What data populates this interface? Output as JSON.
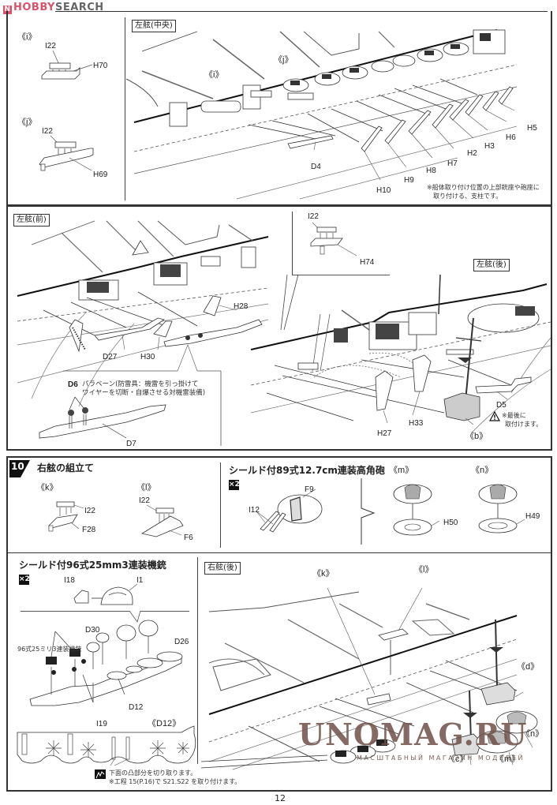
{
  "header": {
    "logo_mark": "N",
    "logo_part1": "HOBBY",
    "logo_part2": "SEARCH"
  },
  "top_section": {
    "detail_i": {
      "label": "《i》",
      "parts": [
        "I22",
        "H70"
      ]
    },
    "detail_j": {
      "label": "《j》",
      "parts": [
        "I22",
        "H69"
      ]
    },
    "view_label": "左舷(中央)",
    "callouts": {
      "i": "《i》",
      "j": "《j》"
    },
    "parts": [
      "D4",
      "H10",
      "H9",
      "H8",
      "H7",
      "H2",
      "H3",
      "H6",
      "H5"
    ],
    "note_line1": "※船体取り付け位置の上部銃座や砲座に",
    "note_line2": "取り付ける、支柱です。"
  },
  "middle_section": {
    "left_view_label": "左舷(前)",
    "left_parts": {
      "h28": "H28",
      "d27": "D27",
      "h30": "H30"
    },
    "paravane": {
      "part": "D6",
      "desc_line1": "パラベーン(防雷具：機雷を引っ掛けて",
      "desc_line2": "ワイヤーを切断・自爆させる対機雷装備)",
      "base_part": "D7"
    },
    "inset_parts": {
      "i22": "I22",
      "h74": "H74"
    },
    "right_view_label": "左舷(後)",
    "right_parts": {
      "d5": "D5",
      "h27": "H27",
      "h33": "H33",
      "b": "《b》"
    },
    "warning_line1": "※最後に",
    "warning_line2": "取付けます。"
  },
  "step10": {
    "number": "10",
    "title": "右舷の組立て",
    "detail_k": {
      "label": "《k》",
      "parts": [
        "I22",
        "F28"
      ]
    },
    "detail_l": {
      "label": "《l》",
      "parts": [
        "I22",
        "F6"
      ]
    },
    "gun127": {
      "title": "シールド付89式12.7cm連装高角砲",
      "multiplier": "×2",
      "parts": {
        "i12": "I12",
        "f9": "F9"
      },
      "m": {
        "label": "《m》",
        "part": "H50"
      },
      "n": {
        "label": "《n》",
        "part": "H49"
      }
    },
    "mg25": {
      "title": "シールド付96式25mm3連装機銃",
      "multiplier": "×2",
      "parts": {
        "i18": "I18",
        "i1": "I1",
        "d30": "D30",
        "d26": "D26",
        "d12": "D12",
        "i19": "I19"
      },
      "mg_label": "96式25ミリ3連装機銃",
      "d12_detail": "《D12》",
      "cut_note_line1": "下面の凸部分を切り取ります。",
      "cut_note_line2": "※工程 15(P.16)で S21.S22 を取り付けます。"
    },
    "right_view": {
      "label": "右舷(後)",
      "callouts": {
        "k": "《k》",
        "l": "《l》",
        "d": "《d》",
        "n": "《n》",
        "c": "《c》",
        "m": "《m》"
      }
    }
  },
  "watermark": {
    "main": "UNOMAG.RU",
    "sub": "МАСШТАБНЫЙ МАГАЗИН МОДЕЛЕЙ"
  },
  "footer": {
    "page_number": "12"
  }
}
